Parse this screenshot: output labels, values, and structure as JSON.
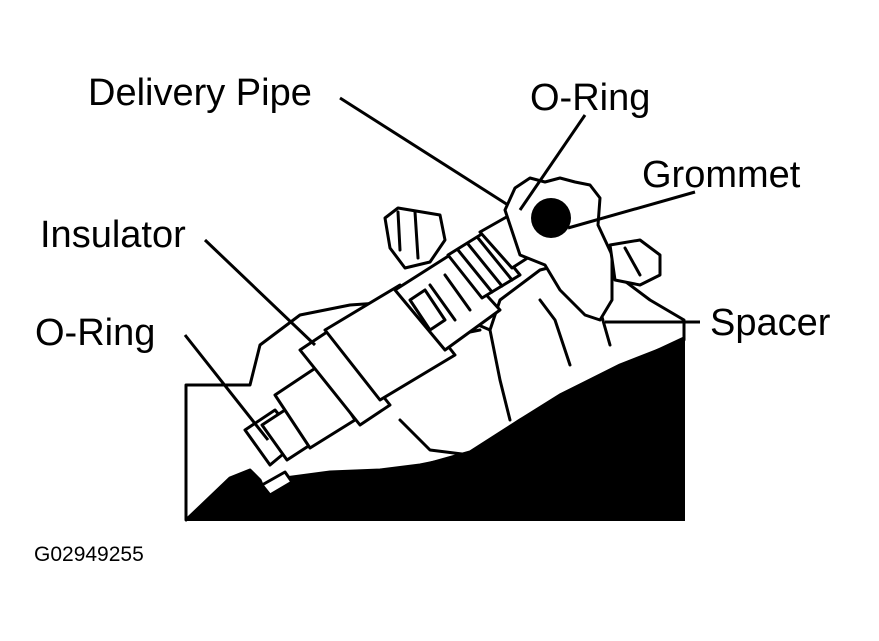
{
  "labels": {
    "delivery_pipe": "Delivery Pipe",
    "o_ring_top": "O-Ring",
    "grommet": "Grommet",
    "insulator": "Insulator",
    "o_ring_left": "O-Ring",
    "spacer": "Spacer"
  },
  "figure_code": "G02949255",
  "colors": {
    "ink": "#000000",
    "paper": "#ffffff"
  }
}
